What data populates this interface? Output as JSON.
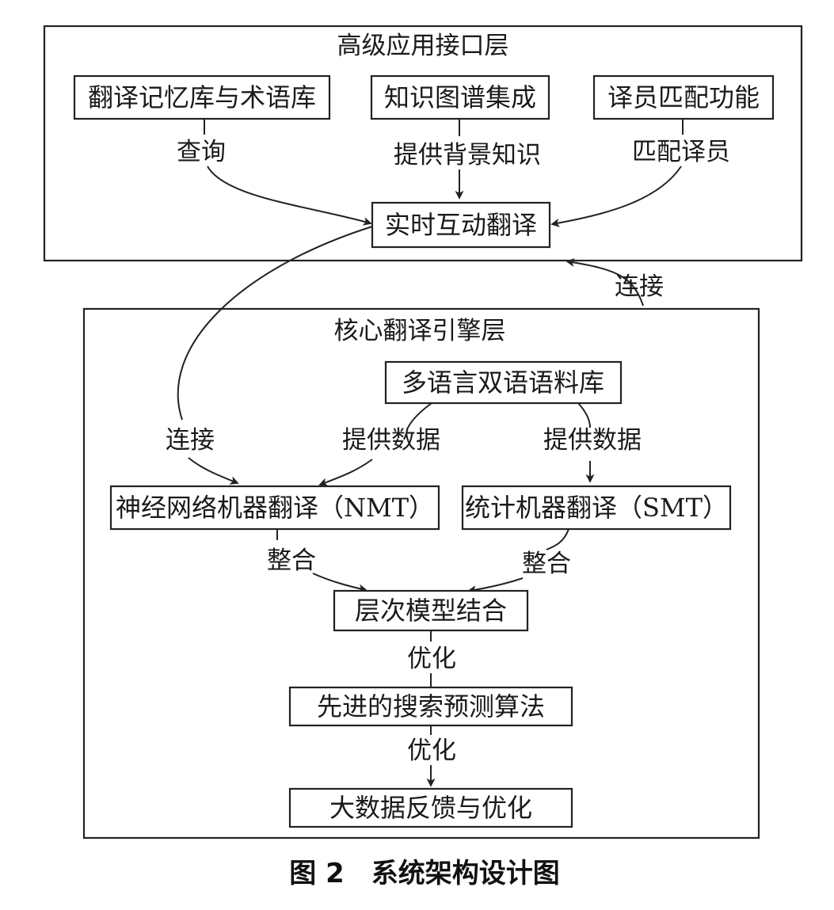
{
  "layers": {
    "top": {
      "title": "高级应用接口层"
    },
    "core": {
      "title": "核心翻译引擎层"
    }
  },
  "nodes": {
    "tm": "翻译记忆库与术语库",
    "kg": "知识图谱集成",
    "match": "译员匹配功能",
    "rt": "实时互动翻译",
    "corpus": "多语言双语语料库",
    "nmt": "神经网络机器翻译（NMT）",
    "smt": "统计机器翻译（SMT）",
    "hier": "层次模型结合",
    "search": "先进的搜索预测算法",
    "bigdata": "大数据反馈与优化"
  },
  "edges": {
    "query": "查询",
    "background": "提供背景知识",
    "match_translator": "匹配译员",
    "connect_layers": "连接",
    "connect_nmt": "连接",
    "data_nmt": "提供数据",
    "data_smt": "提供数据",
    "integrate_nmt": "整合",
    "integrate_smt": "整合",
    "optimize_1": "优化",
    "optimize_2": "优化"
  },
  "caption": "图 2　系统架构设计图"
}
